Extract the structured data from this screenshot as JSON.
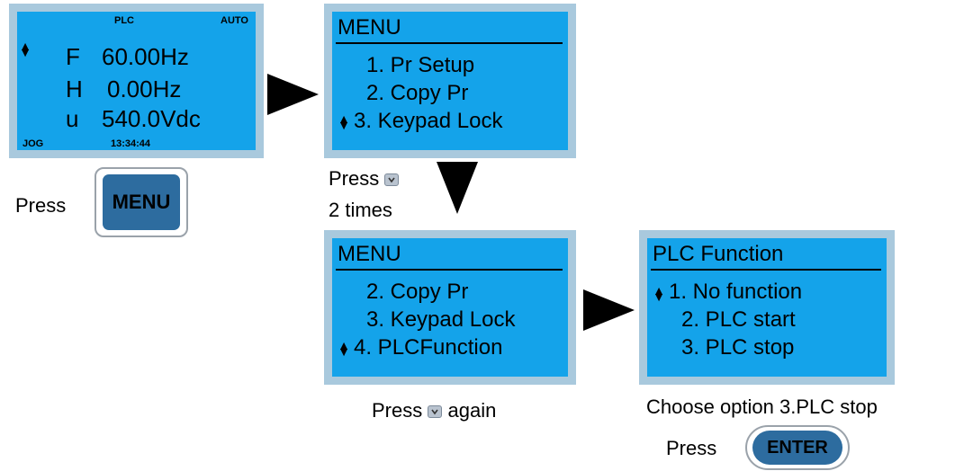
{
  "status_screen": {
    "top_left_label": "PLC",
    "top_right_label": "AUTO",
    "rows": [
      {
        "letter": "F",
        "value": "60.00Hz"
      },
      {
        "letter": "H",
        "value": "0.00Hz"
      },
      {
        "letter": "u",
        "value": "540.0Vdc"
      }
    ],
    "bottom_left_label": "JOG",
    "time": "13:34:44"
  },
  "menu_screen_1": {
    "title": "MENU",
    "items": [
      "1. Pr Setup",
      "2. Copy Pr",
      "3. Keypad Lock"
    ]
  },
  "menu_screen_2": {
    "title": "MENU",
    "items": [
      "2. Copy Pr",
      "3. Keypad Lock",
      "4. PLCFunction"
    ]
  },
  "plc_screen": {
    "title": "PLC Function",
    "items": [
      "1. No function",
      "2. PLC start",
      "3. PLC stop"
    ]
  },
  "instructions": {
    "press": "Press",
    "menu_key": "MENU",
    "press_down": "Press",
    "two_times": "2 times",
    "press_again_pre": "Press",
    "press_again_post": "again",
    "choose": "Choose option 3.PLC stop",
    "enter_key": "ENTER"
  },
  "colors": {
    "lcd": "#14a3ea",
    "frame": "#a9c9dd",
    "key": "#2d6c9f"
  }
}
